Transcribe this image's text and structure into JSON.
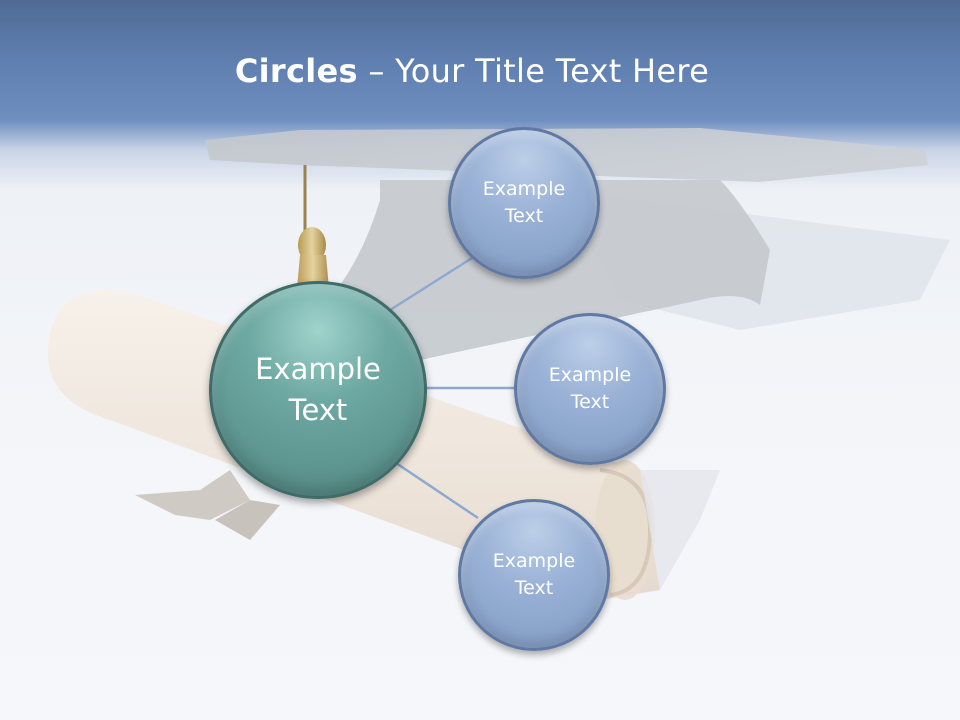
{
  "title": {
    "bold": "Circles",
    "separator": " – ",
    "rest": "Your Title Text Here"
  },
  "diagram": {
    "center": {
      "label": "Example\nText"
    },
    "nodes": [
      {
        "label": "Example\nText"
      },
      {
        "label": "Example\nText"
      },
      {
        "label": "Example\nText"
      }
    ]
  },
  "colors": {
    "header_blue": "#5f7fb0",
    "center_teal": "#6fa9a3",
    "node_blue": "#8aa3c9",
    "connector": "#8fa8d0"
  },
  "background_image": "graduation-cap-and-diploma"
}
